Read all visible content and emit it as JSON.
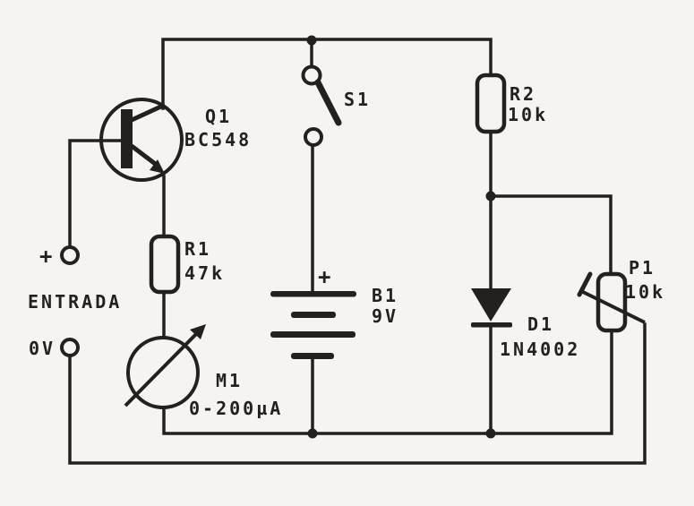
{
  "schematic": {
    "kind": "circuit-schematic",
    "colors": {
      "ink": "#23201d",
      "paper": "#f5f4f1"
    },
    "components": {
      "q1": {
        "type": "npn-transistor",
        "ref": "Q1",
        "part": "BC548"
      },
      "r1": {
        "type": "resistor",
        "ref": "R1",
        "value": "47k"
      },
      "r2": {
        "type": "resistor",
        "ref": "R2",
        "value": "10k"
      },
      "p1": {
        "type": "potentiometer",
        "ref": "P1",
        "value": "10k"
      },
      "d1": {
        "type": "diode",
        "ref": "D1",
        "part": "1N4002"
      },
      "b1": {
        "type": "battery",
        "ref": "B1",
        "value": "9V",
        "polarity_mark": "+"
      },
      "s1": {
        "type": "switch",
        "ref": "S1"
      },
      "m1": {
        "type": "analog-meter",
        "ref": "M1",
        "range": "0-200µA"
      }
    },
    "terminals": {
      "input": {
        "polarity_mark": "+",
        "label": "ENTRADA"
      },
      "ground": {
        "label": "0V"
      }
    }
  }
}
